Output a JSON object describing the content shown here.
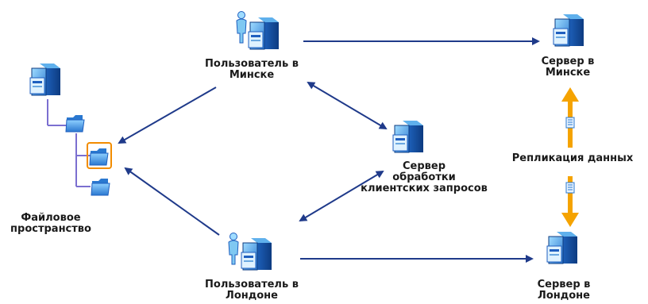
{
  "nodes": {
    "file_space": {
      "line1": "Файловое",
      "line2": "пространство"
    },
    "user_minsk": {
      "line1": "Пользователь в",
      "line2": "Минске"
    },
    "user_london": {
      "line1": "Пользователь в",
      "line2": "Лондоне"
    },
    "server_minsk": {
      "line1": "Сервер в",
      "line2": "Минске"
    },
    "server_london": {
      "line1": "Сервер в",
      "line2": "Лондоне"
    },
    "request_server": {
      "line1": "Сервер",
      "line2": "обработки",
      "line3": "клиентских запросов"
    }
  },
  "replication": {
    "label": "Репликация данных"
  },
  "colors": {
    "arrow": "#1f3a8a",
    "replication_arrow": "#f5a300",
    "tree_line": "#7b6fd0",
    "server_light": "#7fc8f2",
    "server_dark": "#1f5fbf",
    "folder": "#3a8fd8",
    "highlight": "#f28c00"
  },
  "icons": [
    "server-icon",
    "user-icon",
    "folder-icon",
    "document-icon"
  ]
}
